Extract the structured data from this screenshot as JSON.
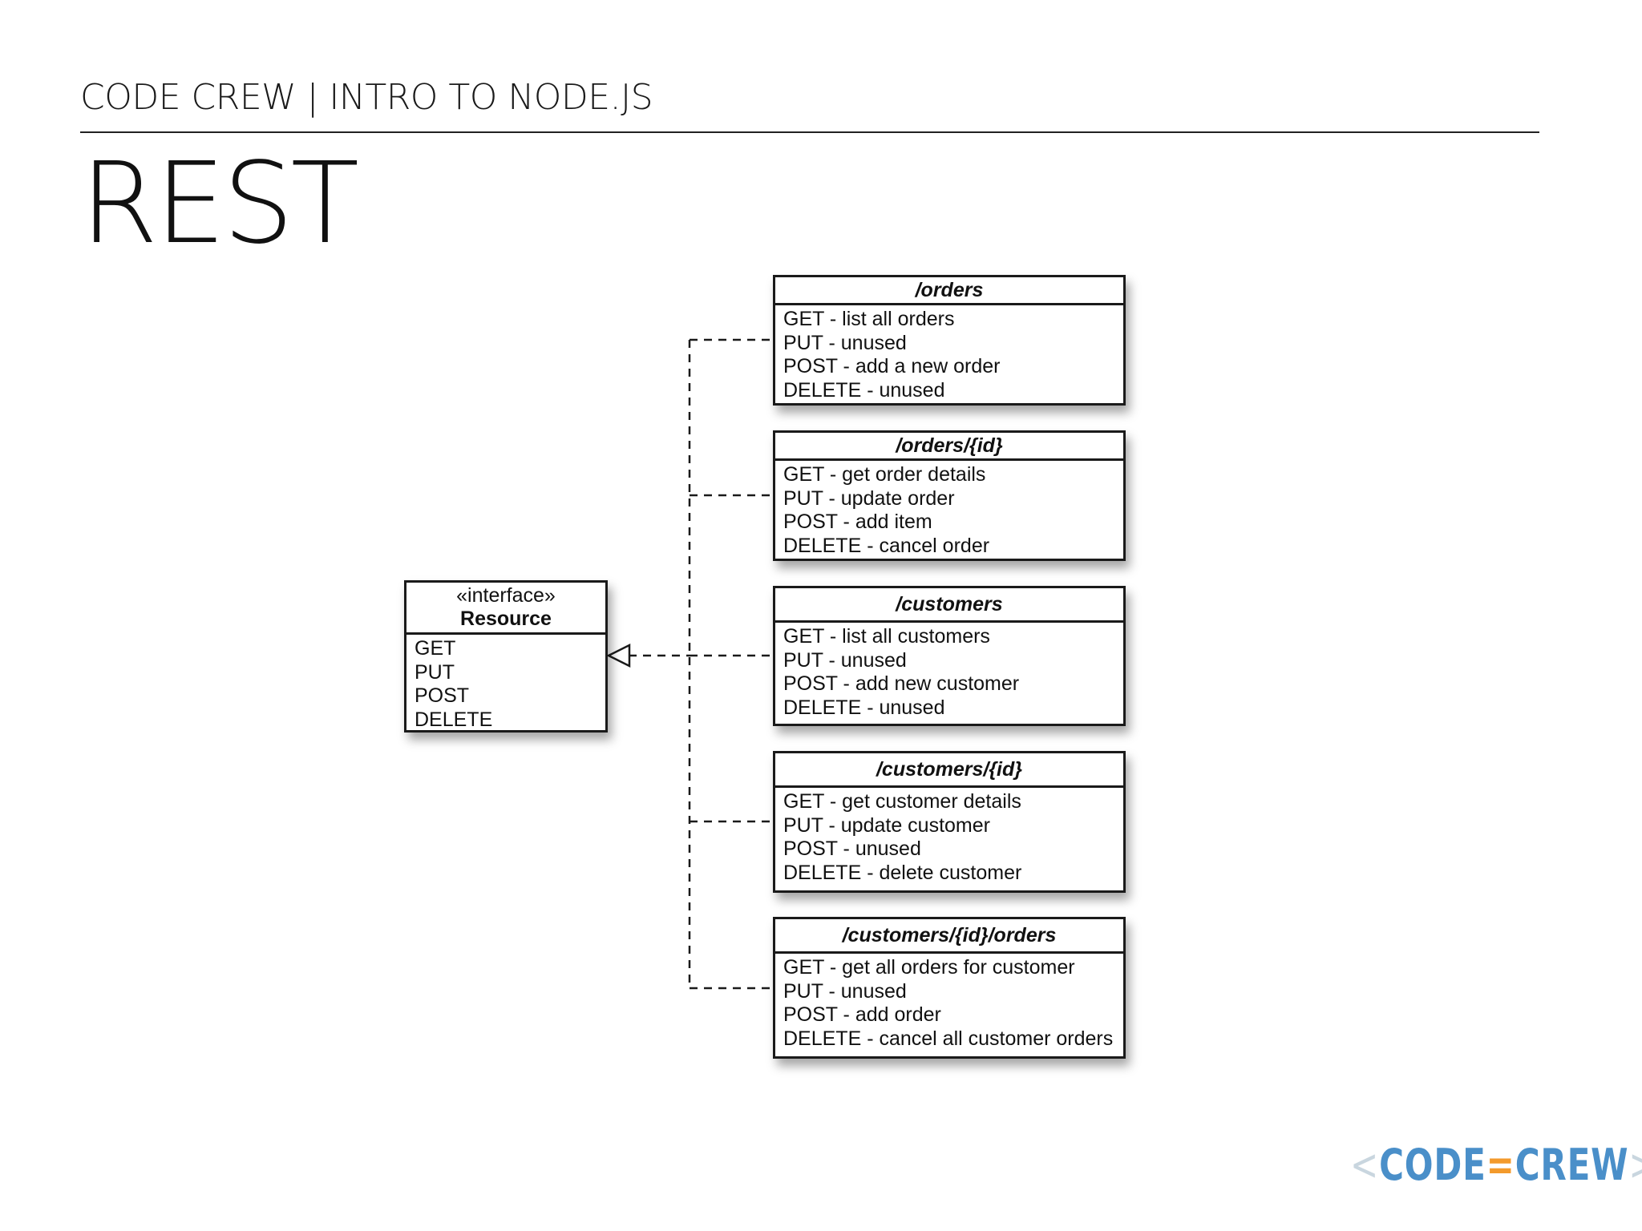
{
  "header": {
    "course": "CODE CREW | INTRO TO NODE.JS",
    "title": "REST"
  },
  "diagram": {
    "interface": {
      "stereotype": "«interface»",
      "name": "Resource",
      "methods": [
        "GET",
        "PUT",
        "POST",
        "DELETE"
      ]
    },
    "resources": [
      {
        "name": "/orders",
        "methods": [
          "GET - list all orders",
          "PUT - unused",
          "POST - add a new order",
          "DELETE -  unused"
        ]
      },
      {
        "name": "/orders/{id}",
        "methods": [
          "GET - get order details",
          "PUT - update order",
          "POST - add item",
          "DELETE - cancel order"
        ]
      },
      {
        "name": "/customers",
        "methods": [
          "GET - list all customers",
          "PUT - unused",
          "POST - add new customer",
          "DELETE - unused"
        ]
      },
      {
        "name": "/customers/{id}",
        "methods": [
          "GET - get customer details",
          "PUT - update customer",
          "POST - unused",
          "DELETE - delete customer"
        ]
      },
      {
        "name": "/customers/{id}/orders",
        "methods": [
          "GET - get all orders for customer",
          "PUT - unused",
          "POST - add order",
          "DELETE - cancel all customer orders"
        ]
      }
    ]
  },
  "logo": {
    "open": "<",
    "left": "CODE",
    "sep": "=",
    "right": "CREW",
    "close": ">"
  },
  "colors": {
    "logo_blue": "#4a8fc9",
    "logo_orange": "#f39a2c",
    "logo_bracket": "#c9d6df"
  }
}
